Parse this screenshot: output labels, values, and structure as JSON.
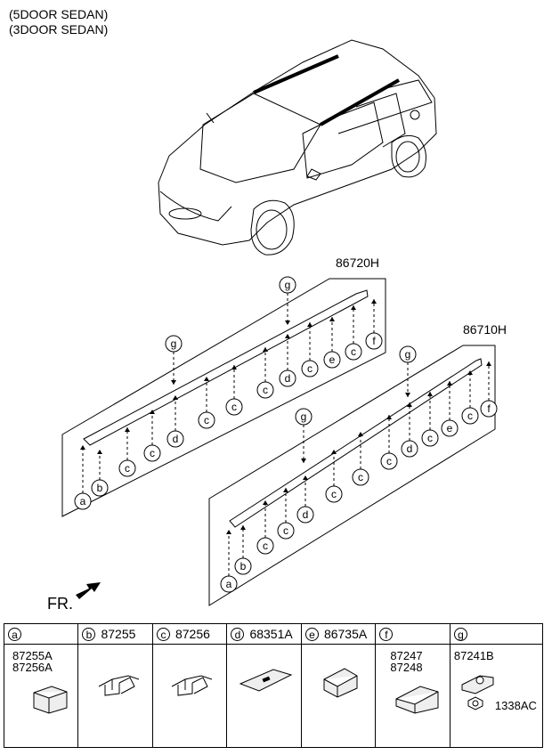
{
  "header": {
    "line1": "(5DOOR SEDAN)",
    "line2": "(3DOOR SEDAN)"
  },
  "assemblies": {
    "upper": "86720H",
    "lower": "86710H"
  },
  "front_label": "FR.",
  "callouts": {
    "upper": [
      "g",
      "g",
      "a",
      "b",
      "c",
      "c",
      "d",
      "c",
      "c",
      "c",
      "d",
      "c",
      "e",
      "c",
      "f"
    ],
    "lower": [
      "g",
      "g",
      "a",
      "b",
      "c",
      "c",
      "d",
      "c",
      "c",
      "c",
      "d",
      "c",
      "e",
      "c",
      "f"
    ]
  },
  "legend": {
    "a": {
      "letter": "a",
      "parts": [
        "87255A",
        "87256A"
      ]
    },
    "b": {
      "letter": "b",
      "part": "87255"
    },
    "c": {
      "letter": "c",
      "part": "87256"
    },
    "d": {
      "letter": "d",
      "part": "68351A"
    },
    "e": {
      "letter": "e",
      "part": "86735A"
    },
    "f": {
      "letter": "f",
      "parts": [
        "87247",
        "87248"
      ]
    },
    "g": {
      "letter": "g",
      "parts": [
        "87241B",
        "1338AC"
      ]
    }
  }
}
